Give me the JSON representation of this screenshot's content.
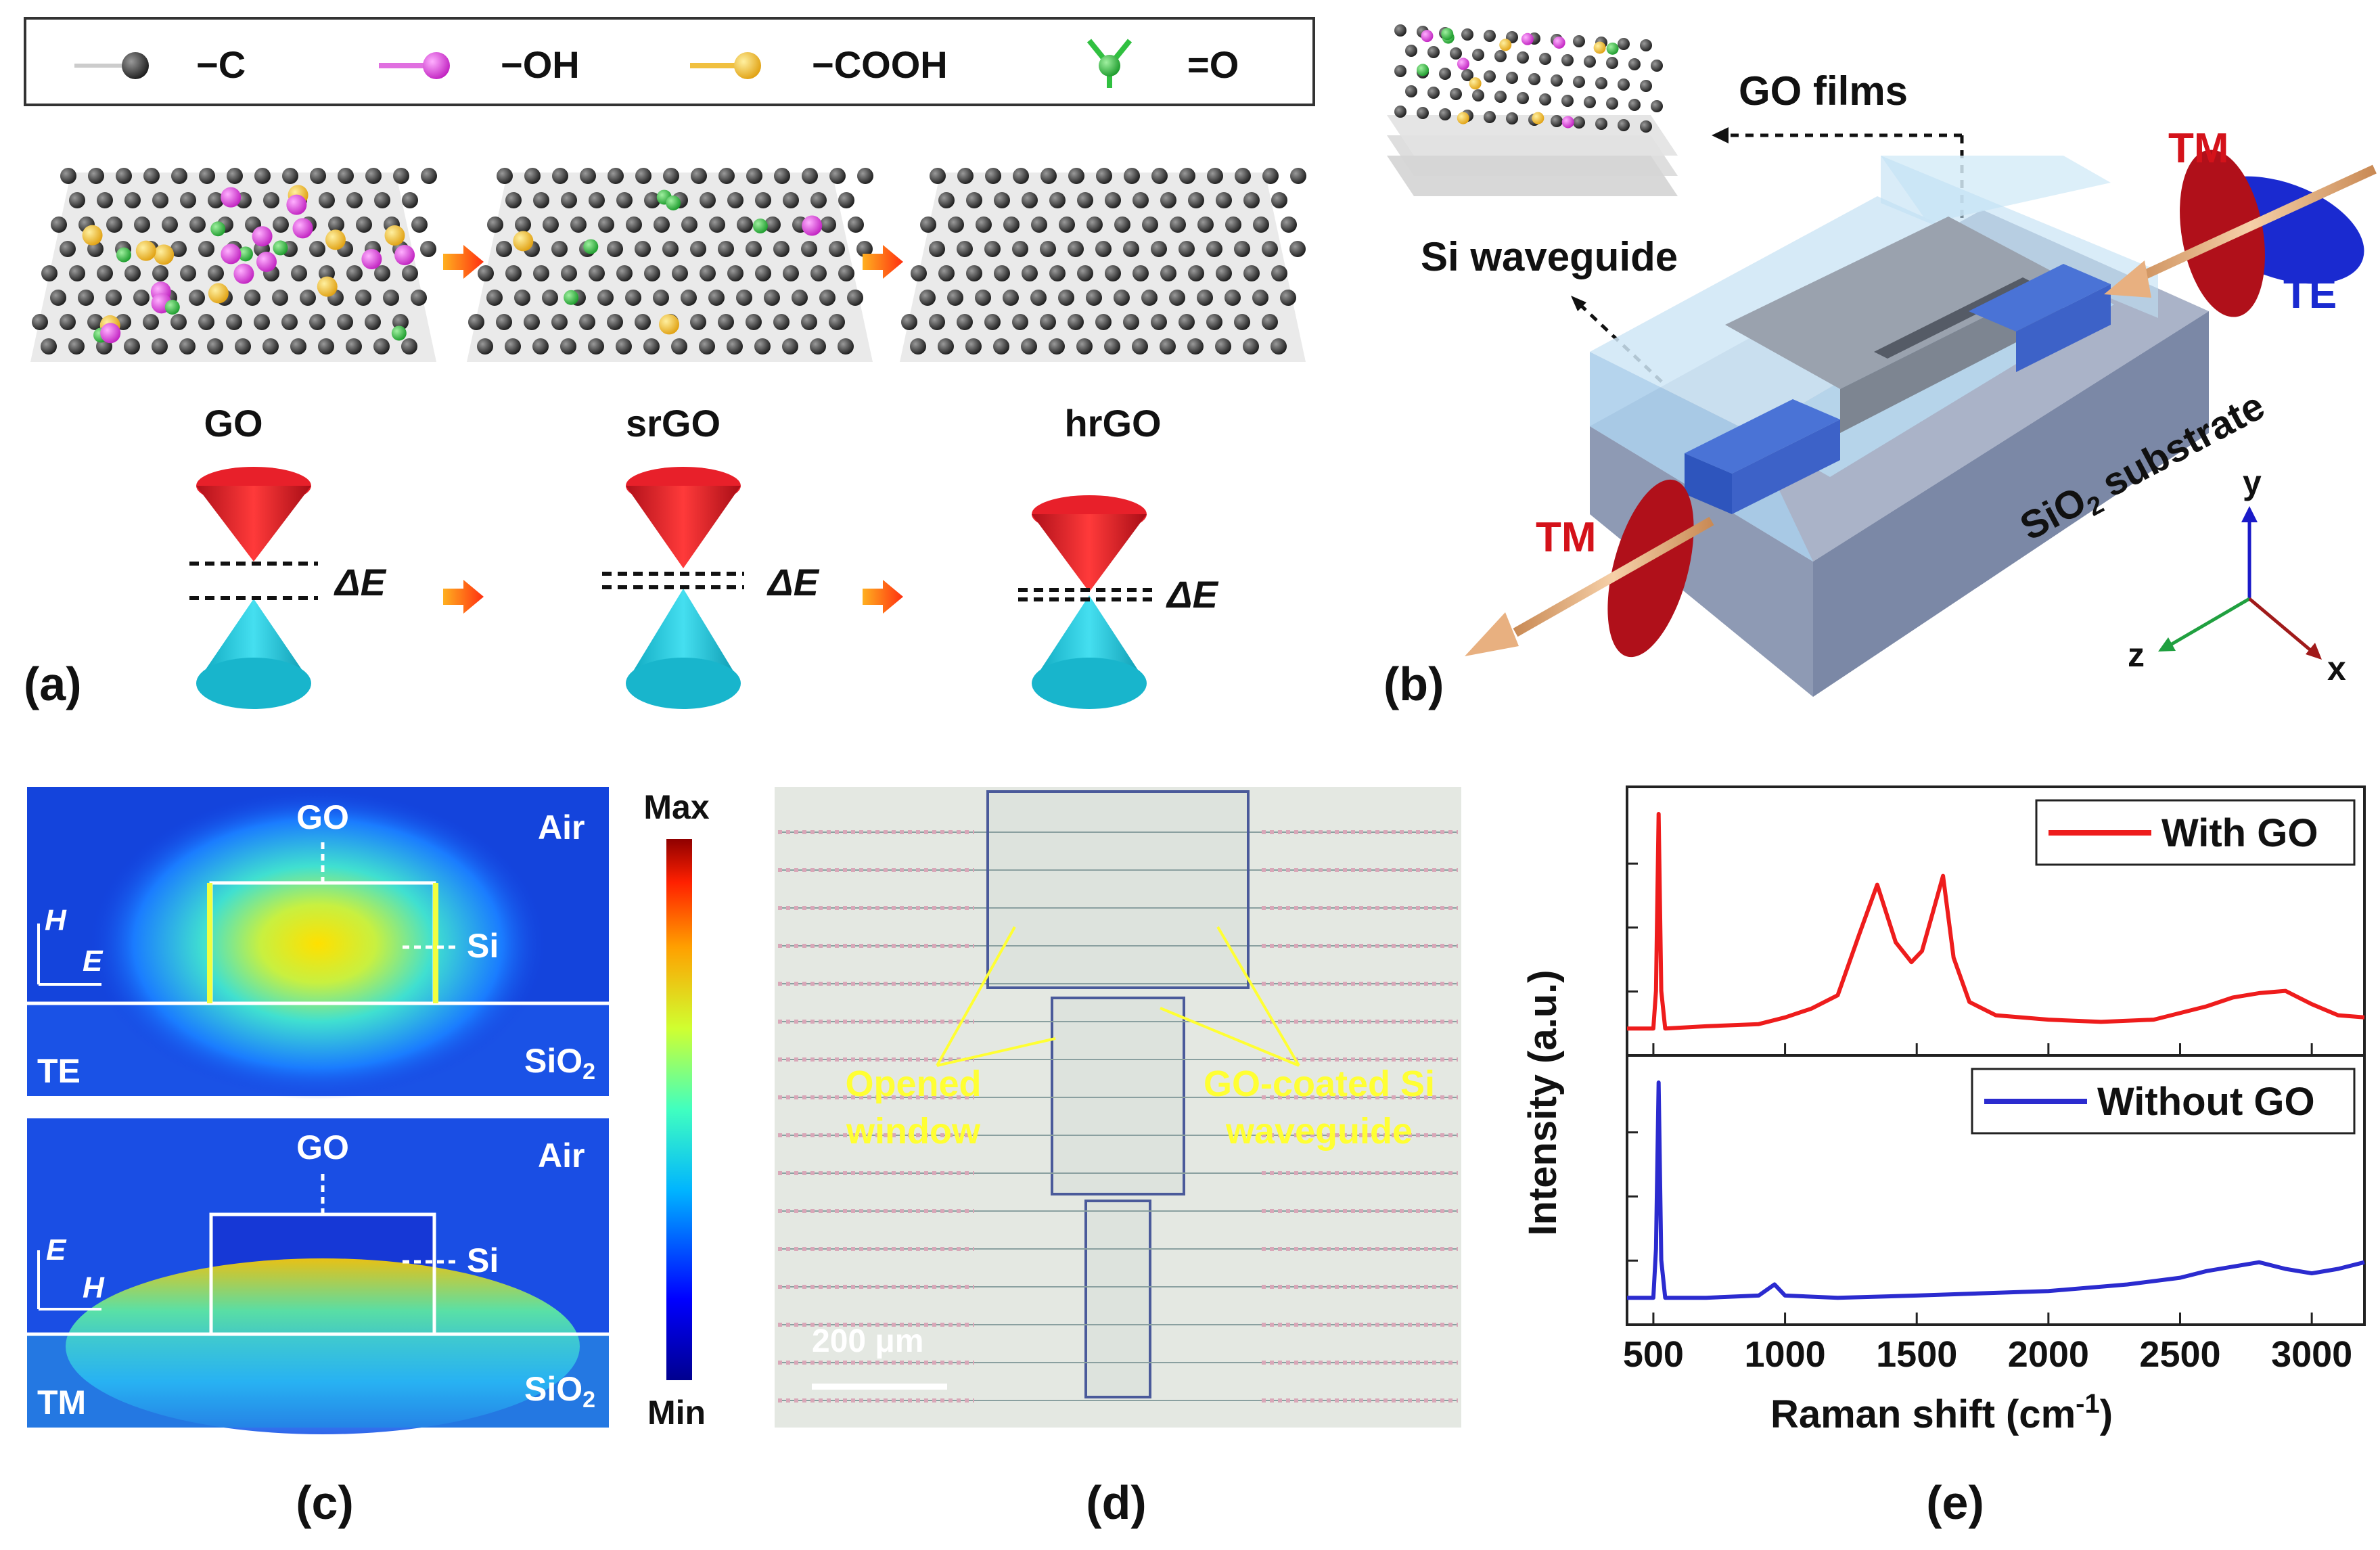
{
  "legend": {
    "items": [
      {
        "label": "−C",
        "color": "#333333",
        "icon": "carbon-atom-icon"
      },
      {
        "label": "−OH",
        "color": "#e040e0",
        "icon": "hydroxyl-group-icon"
      },
      {
        "label": "−COOH",
        "color": "#f2c02a",
        "icon": "carboxyl-group-icon"
      },
      {
        "label": "=O",
        "color": "#2db83d",
        "icon": "epoxy-oxygen-icon"
      }
    ]
  },
  "panel_a": {
    "label": "(a)",
    "materials": [
      "GO",
      "srGO",
      "hrGO"
    ],
    "bandgap_label": "ΔE",
    "cone_colors": {
      "conduction": "#e8202a",
      "valence": "#21c4d9"
    }
  },
  "panel_b": {
    "label": "(b)",
    "go_films": "GO films",
    "si_waveguide": "Si waveguide",
    "tm_out": "TM",
    "te_out": "TE",
    "tm_in": "TM",
    "substrate": "SiO",
    "substrate_sub": "2",
    "substrate_suffix": " substrate",
    "axes": {
      "y": "y",
      "x": "x",
      "z": "z"
    }
  },
  "panel_c": {
    "label": "(c)",
    "te": {
      "mode": "TE",
      "go": "GO",
      "air": "Air",
      "si": "Si",
      "substrate": "SiO",
      "substrate_sub": "2",
      "field_h": "H",
      "field_e": "E"
    },
    "tm": {
      "mode": "TM",
      "go": "GO",
      "air": "Air",
      "si": "Si",
      "substrate": "SiO",
      "substrate_sub": "2",
      "field_e": "E",
      "field_h": "H"
    },
    "colorbar": {
      "max": "Max",
      "min": "Min"
    }
  },
  "panel_d": {
    "label": "(d)",
    "opened_window_line1": "Opened",
    "opened_window_line2": "window",
    "coated_line1": "GO-coated Si",
    "coated_line2": "waveguide",
    "scale_bar": "200 μm",
    "annotation_color": "#ffff33"
  },
  "panel_e": {
    "label": "(e)",
    "ylabel": "Intensity (a.u.)",
    "xlabel": "Raman shift (cm",
    "xlabel_sup": "-1",
    "xlabel_end": ")",
    "legend_top": "With GO",
    "legend_bottom": "Without GO"
  },
  "chart_data": {
    "type": "line",
    "title": "",
    "xlabel": "Raman shift (cm-1)",
    "ylabel": "Intensity (a.u.)",
    "xlim": [
      400,
      3200
    ],
    "x_ticks": [
      500,
      1000,
      1500,
      2000,
      2500,
      3000
    ],
    "series": [
      {
        "name": "With GO",
        "color": "#ee1c1c",
        "x": [
          400,
          500,
          510,
          520,
          530,
          545,
          700,
          900,
          1000,
          1100,
          1200,
          1280,
          1350,
          1420,
          1480,
          1520,
          1560,
          1600,
          1640,
          1700,
          1800,
          2000,
          2200,
          2400,
          2600,
          2700,
          2800,
          2900,
          2950,
          3000,
          3100,
          3200
        ],
        "y": [
          0.03,
          0.03,
          0.2,
          1.0,
          0.2,
          0.03,
          0.04,
          0.05,
          0.08,
          0.12,
          0.18,
          0.45,
          0.68,
          0.42,
          0.33,
          0.38,
          0.55,
          0.72,
          0.35,
          0.15,
          0.09,
          0.07,
          0.06,
          0.07,
          0.13,
          0.17,
          0.19,
          0.2,
          0.17,
          0.14,
          0.09,
          0.08
        ]
      },
      {
        "name": "Without GO",
        "color": "#2b2bcf",
        "x": [
          400,
          500,
          510,
          520,
          530,
          545,
          700,
          900,
          960,
          1000,
          1200,
          1500,
          2000,
          2300,
          2500,
          2600,
          2700,
          2800,
          2900,
          3000,
          3100,
          3200
        ],
        "y": [
          0.03,
          0.03,
          0.25,
          1.0,
          0.2,
          0.03,
          0.03,
          0.04,
          0.09,
          0.04,
          0.03,
          0.04,
          0.06,
          0.09,
          0.12,
          0.15,
          0.17,
          0.19,
          0.16,
          0.14,
          0.16,
          0.19
        ]
      }
    ],
    "grid": false,
    "legend_position": "top-right"
  }
}
